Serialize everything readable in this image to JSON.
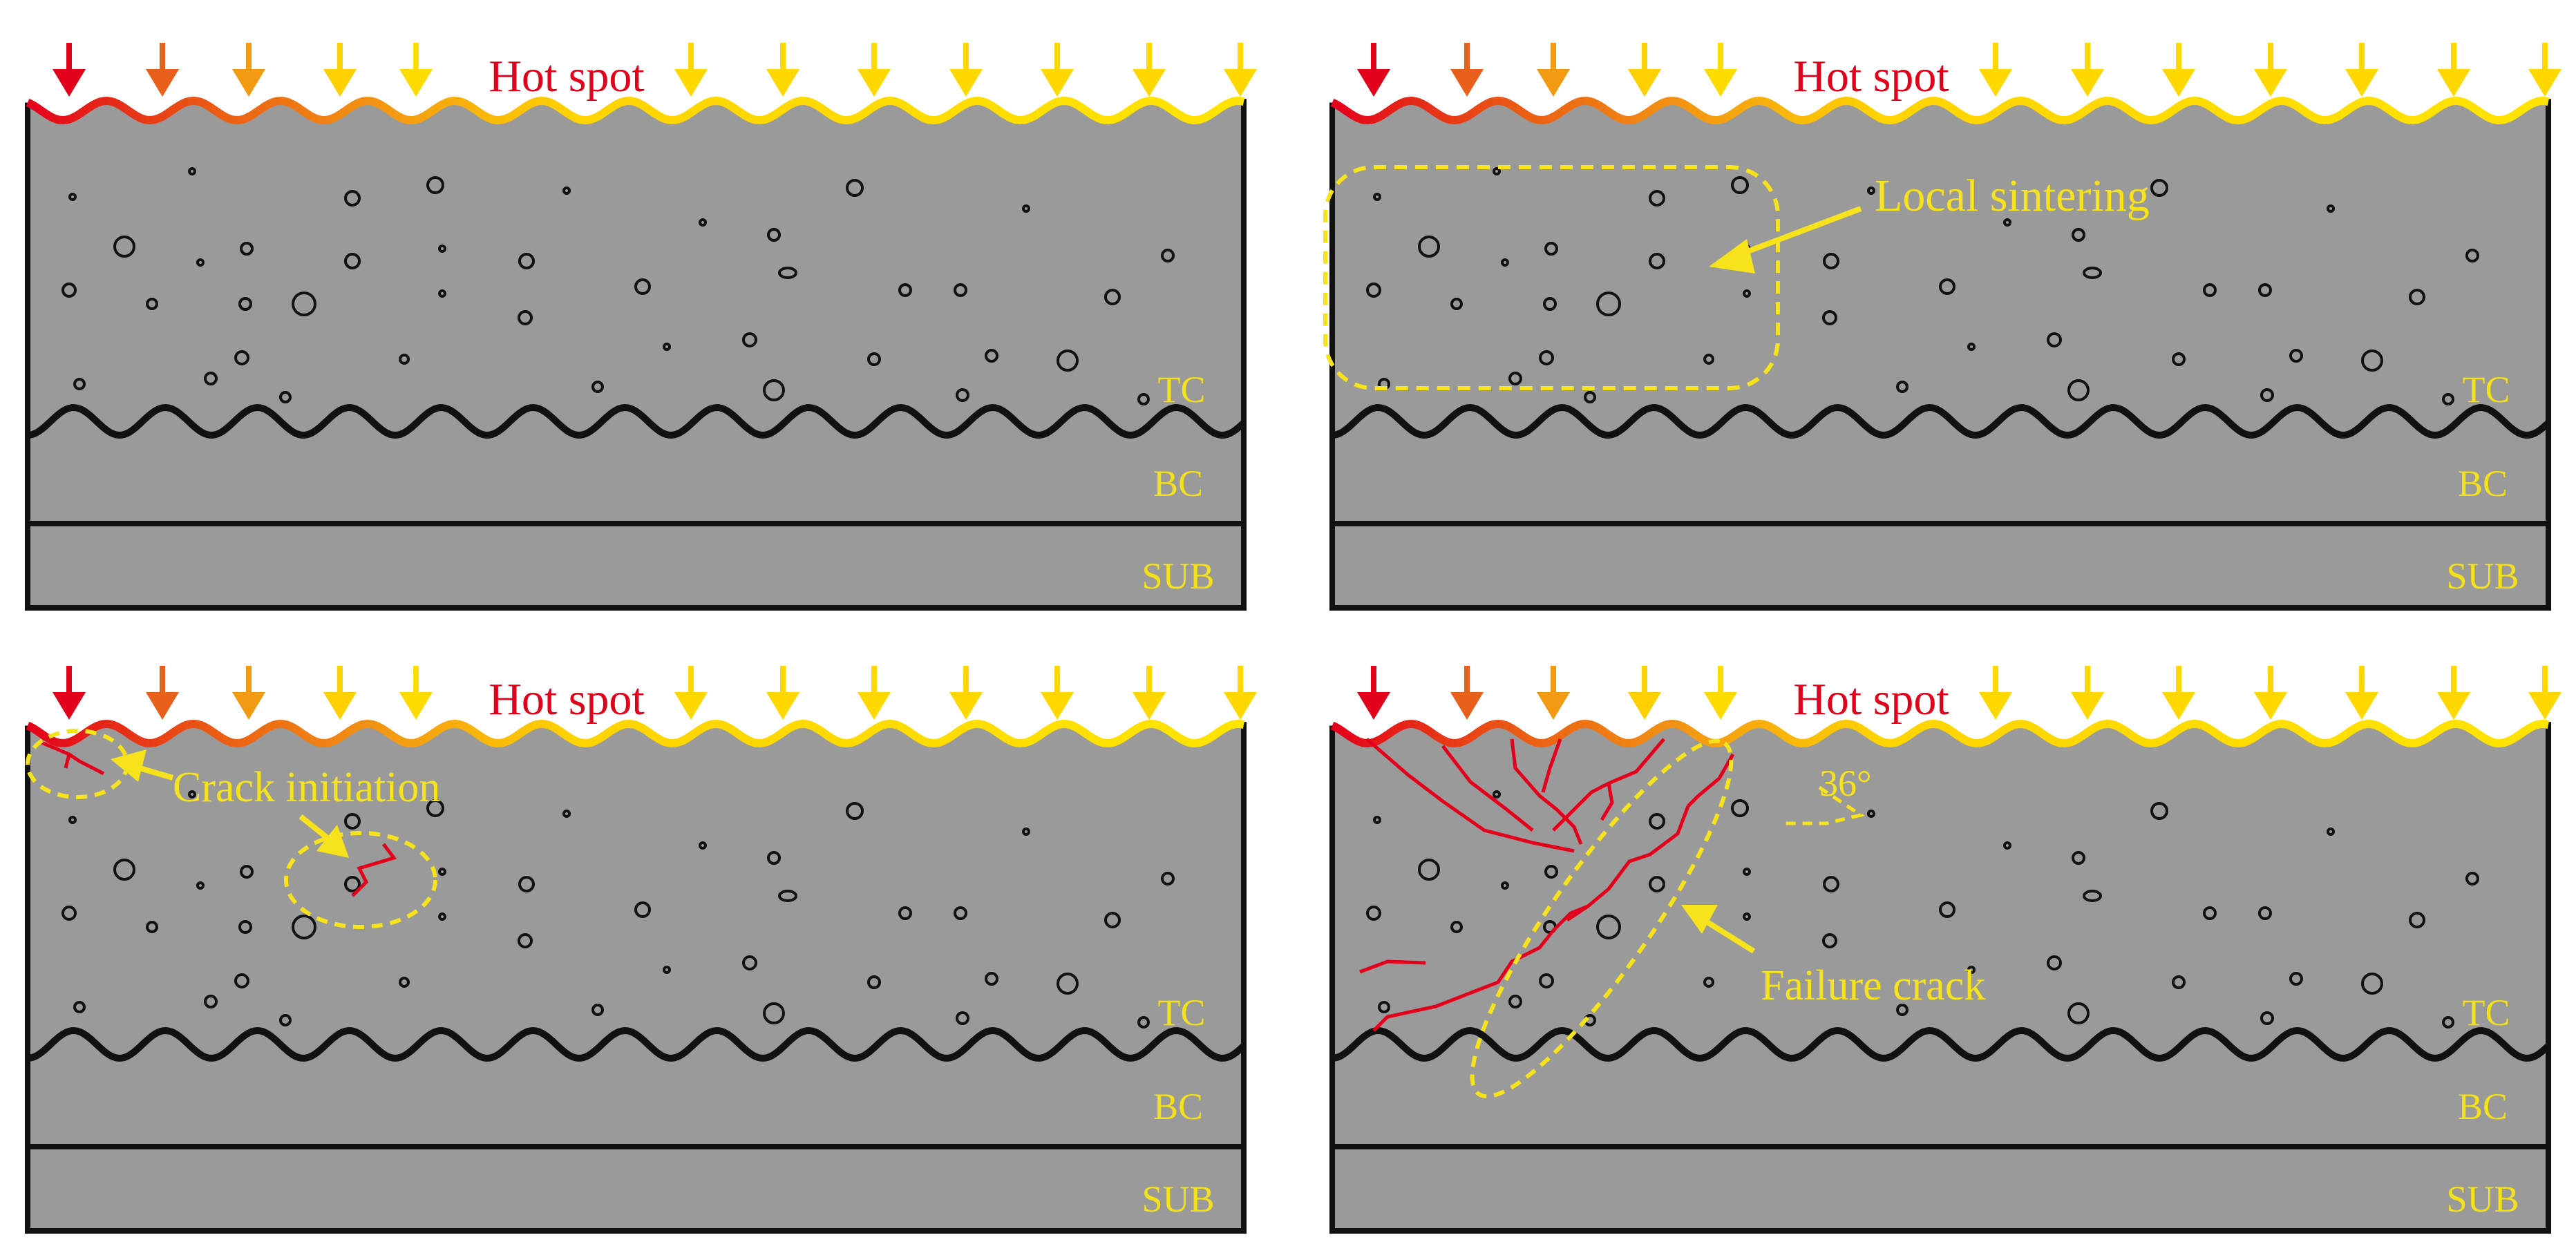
{
  "colors": {
    "layer_fill": "#9a9a9a",
    "outline": "#111111",
    "label": "#f4e11a",
    "hot_label": "#e3001b",
    "crack": "#e3001b",
    "annotation": "#f7e31c",
    "arrow_gradient": [
      "#e3001b",
      "#ea5a14",
      "#f39a12",
      "#ffd400",
      "#ffe400"
    ]
  },
  "panels": [
    {
      "id": "hot-spot",
      "hot_spot_label": "Hot spot",
      "layers": {
        "tc": "TC",
        "bc": "BC",
        "sub": "SUB"
      },
      "annotations": []
    },
    {
      "id": "local-sintering",
      "hot_spot_label": "Hot spot",
      "layers": {
        "tc": "TC",
        "bc": "BC",
        "sub": "SUB"
      },
      "annotations": [
        {
          "text": "Local sintering",
          "kind": "label"
        }
      ]
    },
    {
      "id": "crack-initiation",
      "hot_spot_label": "Hot spot",
      "layers": {
        "tc": "TC",
        "bc": "BC",
        "sub": "SUB"
      },
      "annotations": [
        {
          "text": "Crack initiation",
          "kind": "label"
        }
      ]
    },
    {
      "id": "failure-crack",
      "hot_spot_label": "Hot spot",
      "layers": {
        "tc": "TC",
        "bc": "BC",
        "sub": "SUB"
      },
      "annotations": [
        {
          "text": "Failure crack",
          "kind": "label"
        },
        {
          "text": "36°",
          "kind": "angle"
        }
      ]
    }
  ]
}
